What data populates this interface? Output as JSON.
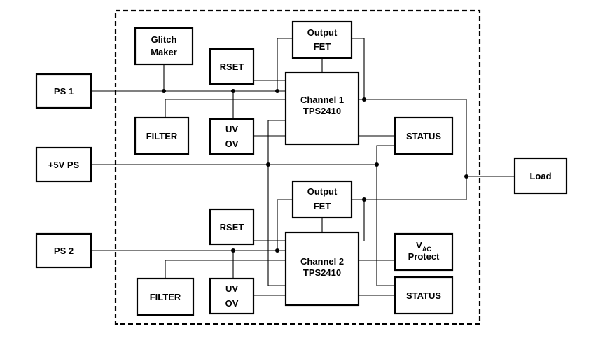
{
  "blocks": {
    "glitch_line1": "Glitch",
    "glitch_line2": "Maker",
    "output_fet1_line1": "Output",
    "output_fet1_line2": "FET",
    "rset1": "RSET",
    "ps1": "PS 1",
    "channel1_line1": "Channel 1",
    "channel1_line2": "TPS2410",
    "filter1": "FILTER",
    "uvov1_line1": "UV",
    "uvov1_line2": "OV",
    "status1": "STATUS",
    "ps5v": "+5V PS",
    "load": "Load",
    "output_fet2_line1": "Output",
    "output_fet2_line2": "FET",
    "rset2": "RSET",
    "ps2": "PS 2",
    "channel2_line1": "Channel 2",
    "channel2_line2": "TPS2410",
    "vac_main": "V",
    "vac_sub": "AC",
    "vac_line2": "Protect",
    "filter2": "FILTER",
    "uvov2_line1": "UV",
    "uvov2_line2": "OV",
    "status2": "STATUS"
  }
}
